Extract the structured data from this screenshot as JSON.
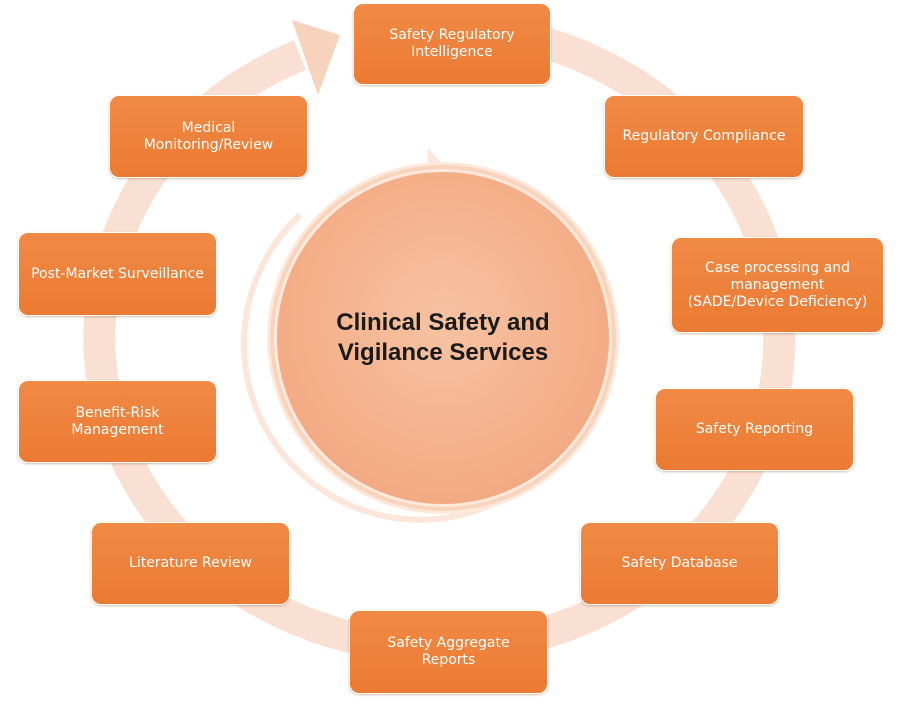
{
  "diagram": {
    "center_title": "Clinical Safety and Vigilance Services",
    "nodes": [
      {
        "label": "Safety Regulatory Intelligence"
      },
      {
        "label": "Regulatory Compliance"
      },
      {
        "label": "Case processing and management (SADE/Device Deficiency)"
      },
      {
        "label": "Safety Reporting"
      },
      {
        "label": "Safety Database"
      },
      {
        "label": "Safety Aggregate Reports"
      },
      {
        "label": "Literature Review"
      },
      {
        "label": "Benefit-Risk Management"
      },
      {
        "label": "Post-Market Surveillance"
      },
      {
        "label": "Medical Monitoring/Review"
      }
    ],
    "colors": {
      "node_fill": "#ee7f38",
      "ring": "#f9d6c4",
      "center_fill": "#f4b08a",
      "center_text": "#1a1a1a"
    }
  }
}
